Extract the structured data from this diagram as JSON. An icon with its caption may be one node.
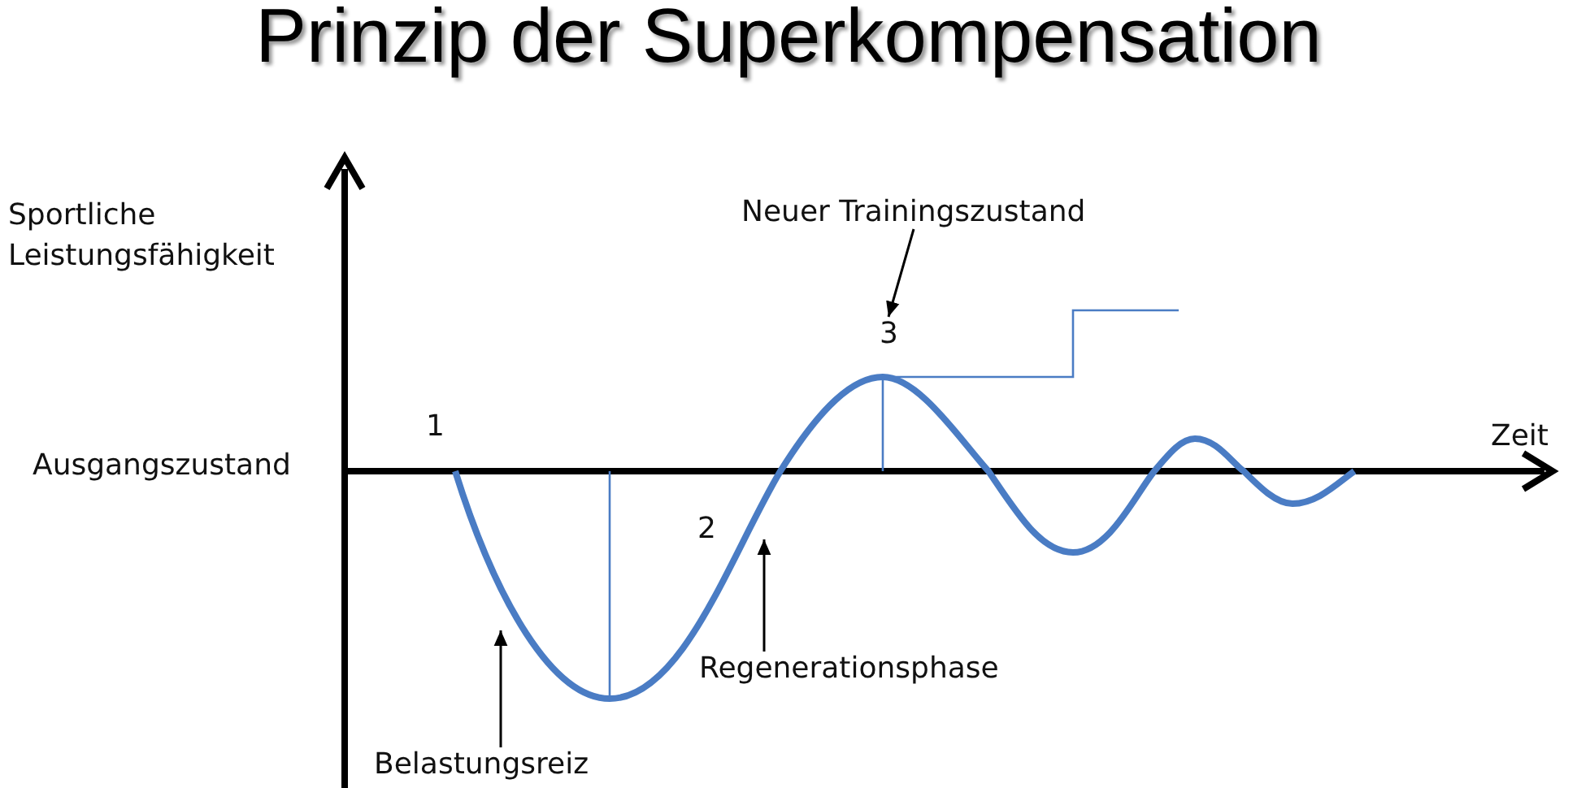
{
  "diagram": {
    "title": "Prinzip der Superkompensation",
    "nodes": [
      {
        "text": [
          "Neuer Trainingszustand"
        ]
      },
      {
        "text": [
          "3"
        ]
      },
      {
        "text": [
          "Belastungsreiz"
        ]
      },
      {
        "text": [
          "Regenerationsphase"
        ]
      }
    ],
    "edges": [
      {
        "from": 0,
        "to": 1,
        "arrow": "to"
      },
      {
        "from": 2,
        "to": null,
        "arrow": "to"
      },
      {
        "from": 3,
        "to": null,
        "arrow": "to"
      }
    ],
    "labels": [
      "Sportliche Leistungsfähigkeit",
      "Ausgangszustand",
      "1",
      "2",
      "Zeit"
    ]
  }
}
